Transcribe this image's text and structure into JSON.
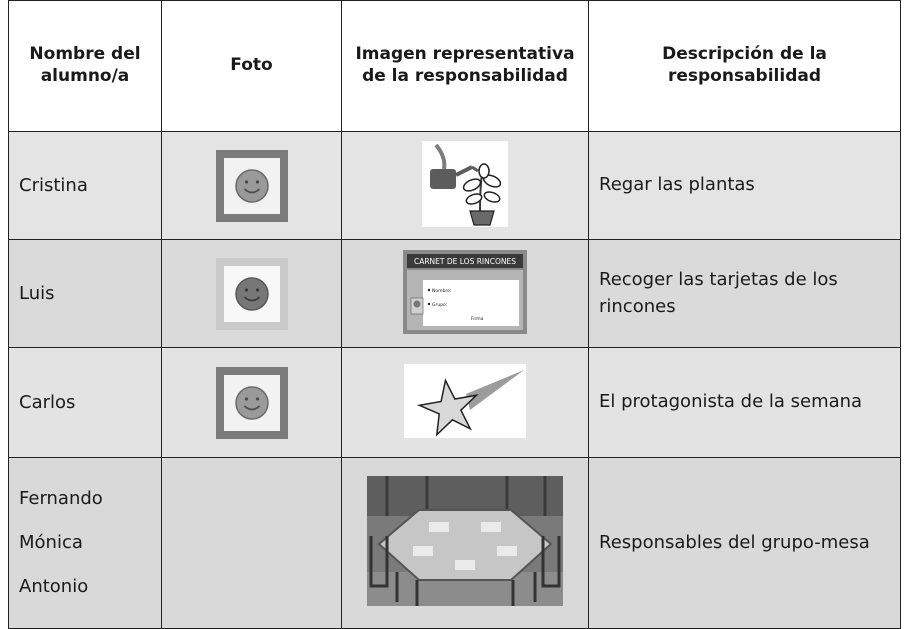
{
  "headers": {
    "name": "Nombre del alumno/a",
    "photo": "Foto",
    "image": "Imagen representativa de la responsabilidad",
    "description": "Descripción de la responsabilidad"
  },
  "rows": [
    {
      "names": [
        "Cristina"
      ],
      "photo_icon": "smiley-face-icon",
      "image_icon": "watering-can-plant-icon",
      "description": "Regar las plantas"
    },
    {
      "names": [
        "Luis"
      ],
      "photo_icon": "smiley-face-icon",
      "image_icon": "corner-card-icon",
      "description": "Recoger las tarjetas de los rincones"
    },
    {
      "names": [
        "Carlos"
      ],
      "photo_icon": "smiley-face-icon",
      "image_icon": "shooting-star-icon",
      "description": "El protagonista de la semana"
    },
    {
      "names": [
        "Fernando",
        "Mónica",
        "Antonio"
      ],
      "image_icon": "classroom-table-photo",
      "description": "Responsables del grupo-mesa"
    }
  ],
  "card": {
    "title": "CARNET DE LOS RINCONES",
    "field_name": "Nombre:",
    "field_group": "Grupo:",
    "field_sign": "Firma"
  }
}
